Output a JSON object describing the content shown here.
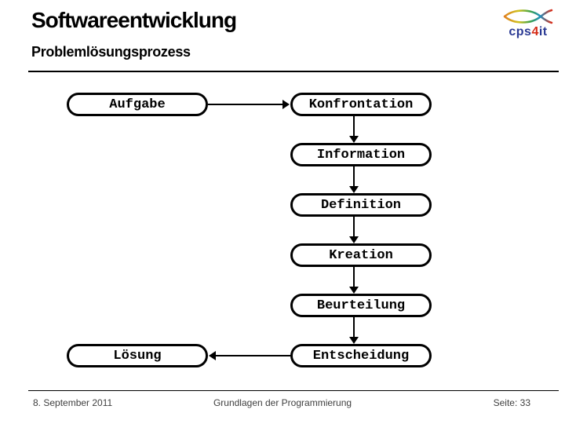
{
  "header": {
    "title": "Softwareentwicklung",
    "subtitle": "Problemlösungsprozess"
  },
  "logo": {
    "cps": "cps",
    "four": "4",
    "it": "it",
    "blue": "#2b3a94",
    "red": "#d52b16",
    "fish_gradient": [
      "#e08020",
      "#cfc21d",
      "#3ba24a",
      "#1e8fbe",
      "#d92f1b"
    ]
  },
  "flowchart": {
    "nodes": [
      {
        "id": "aufgabe",
        "label": "Aufgabe"
      },
      {
        "id": "konfrontation",
        "label": "Konfrontation"
      },
      {
        "id": "information",
        "label": "Information"
      },
      {
        "id": "definition",
        "label": "Definition"
      },
      {
        "id": "kreation",
        "label": "Kreation"
      },
      {
        "id": "beurteilung",
        "label": "Beurteilung"
      },
      {
        "id": "entscheidung",
        "label": "Entscheidung"
      },
      {
        "id": "loesung",
        "label": "Lösung"
      }
    ],
    "edges": [
      {
        "from": "Aufgabe",
        "to": "Konfrontation"
      },
      {
        "from": "Konfrontation",
        "to": "Information"
      },
      {
        "from": "Information",
        "to": "Definition"
      },
      {
        "from": "Definition",
        "to": "Kreation"
      },
      {
        "from": "Kreation",
        "to": "Beurteilung"
      },
      {
        "from": "Beurteilung",
        "to": "Entscheidung"
      },
      {
        "from": "Entscheidung",
        "to": "Lösung"
      }
    ]
  },
  "footer": {
    "date": "8. September 2011",
    "center": "Grundlagen der Programmierung",
    "page": "Seite: 33"
  }
}
